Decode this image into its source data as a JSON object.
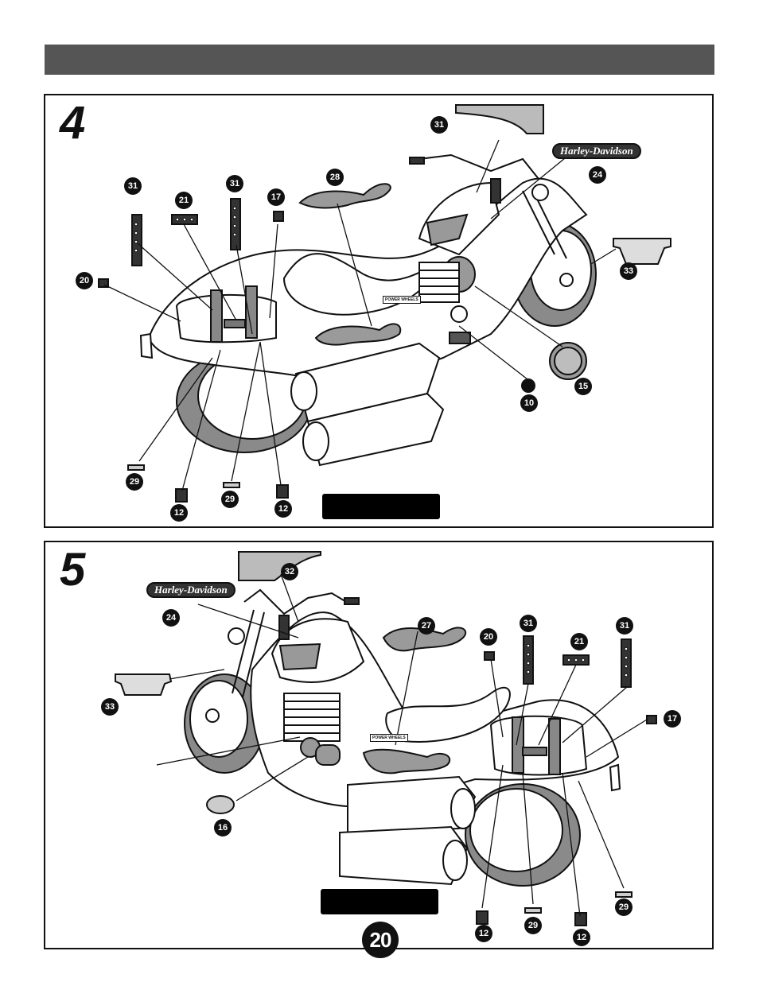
{
  "page": {
    "number": "20"
  },
  "header": {
    "title": ""
  },
  "step4": {
    "step_number": "4",
    "callouts": [
      "31",
      "24",
      "28",
      "31",
      "21",
      "31",
      "17",
      "33",
      "20",
      "15",
      "10",
      "29",
      "12",
      "29",
      "12"
    ],
    "logo_text": "Harley-Davidson",
    "badge_text": "POWER WHEELS"
  },
  "step5": {
    "step_number": "5",
    "callouts": [
      "32",
      "24",
      "27",
      "20",
      "31",
      "21",
      "31",
      "33",
      "17",
      "16",
      "29",
      "12",
      "29",
      "12"
    ],
    "logo_text": "Harley-Davidson",
    "badge_text": "POWER WHEELS"
  },
  "colors": {
    "ink": "#111111",
    "gray_band": "#555555",
    "tire_gray": "#8a8a8a",
    "decal_gray": "#9a9a9a"
  }
}
